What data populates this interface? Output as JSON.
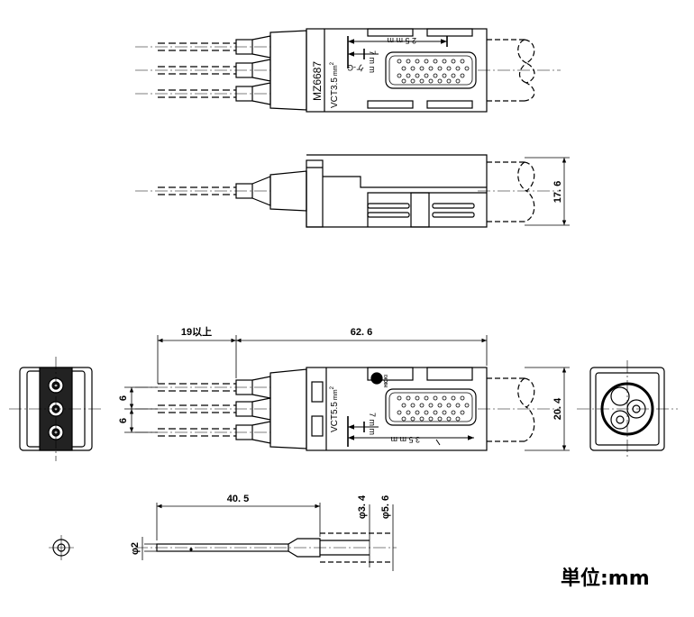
{
  "labels": {
    "model_code": "MZ6687",
    "cable_spec_top": "VCT3.5",
    "cable_spec_front": "VCT5.5",
    "area_unit": "mm",
    "area_exp": "2",
    "strip_length_25": "2 5 m m",
    "strip_length_35": "3 5 m m",
    "strip_length_7": "7 m m",
    "mark_top": "ケ-G",
    "logo": "HIOKI"
  },
  "dimensions": {
    "min_lead": "19以上",
    "body_length": "62. 6",
    "side_height": "17. 6",
    "front_height": "20. 4",
    "pitch_a": "6",
    "pitch_b": "6",
    "probe_length": "40. 5",
    "tip_dia": "φ2",
    "sleeve_dia_a": "φ3. 4",
    "sleeve_dia_b": "φ5. 6"
  },
  "unit_note": "単位:mm"
}
